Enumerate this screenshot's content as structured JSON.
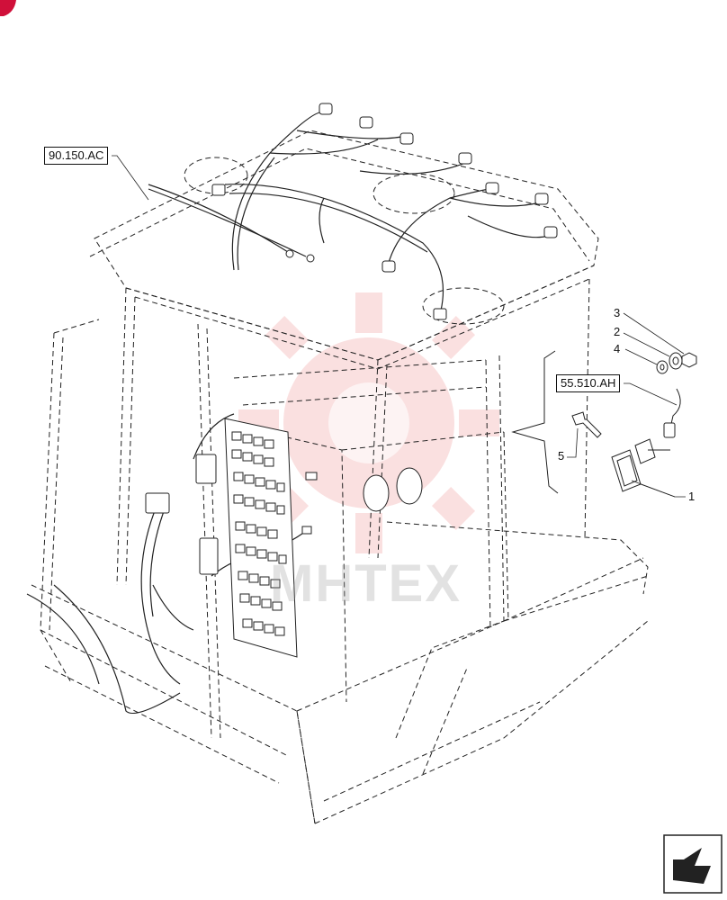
{
  "refs": {
    "harness_ref": "90.150.AC",
    "detail_ref": "55.510.AH"
  },
  "callouts": {
    "c1": "1",
    "c2": "2",
    "c3": "3",
    "c4": "4",
    "c5": "5"
  },
  "watermark": {
    "text": "MHTEX"
  },
  "icons": {
    "corner_badge": "red-corner-badge-icon",
    "nav": "next-page-arrow-icon"
  },
  "colors": {
    "line": "#222222",
    "watermark": "#f2a7a7",
    "badge": "#d0103a"
  }
}
